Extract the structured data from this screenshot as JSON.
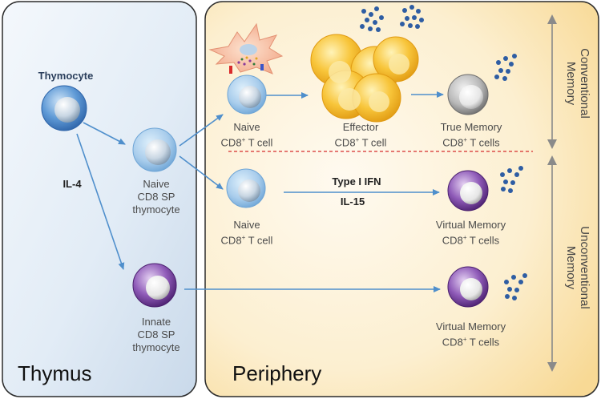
{
  "panels": {
    "thymus_title": "Thymus",
    "periphery_title": "Periphery"
  },
  "labels": {
    "thymocyte": "Thymocyte",
    "il4": "IL-4",
    "naive_sp_1": "Naive",
    "naive_sp_2": "CD8 SP",
    "naive_sp_3": "thymocyte",
    "innate_sp_1": "Innate",
    "innate_sp_2": "CD8 SP",
    "innate_sp_3": "thymocyte",
    "naive_top_1": "Naive",
    "naive_top_2": "CD8",
    "naive_top_sup": "+",
    "naive_top_3": " T cell",
    "effector_1": "Effector",
    "effector_2": "CD8",
    "effector_sup": "+",
    "effector_3": "  T cell",
    "true_mem_1": "True Memory",
    "true_mem_2": "CD8",
    "true_mem_sup": "+",
    "true_mem_3": " T cells",
    "naive_mid_1": "Naive",
    "naive_mid_2": "CD8",
    "naive_mid_sup": "+",
    "naive_mid_3": " T cell",
    "type1_ifn": "Type I IFN",
    "il15": "IL-15",
    "vm_mid_1": "Virtual Memory",
    "vm_mid_2": "CD8",
    "vm_mid_sup": "+",
    "vm_mid_3": " T cells",
    "vm_bot_1": "Virtual Memory",
    "vm_bot_2": "CD8",
    "vm_bot_sup": "+",
    "vm_bot_3": " T cells"
  },
  "side_labels": {
    "conventional_1": "Conventional",
    "conventional_2": "Memory",
    "unconventional_1": "Unconventional",
    "unconventional_2": "Memory"
  },
  "colors": {
    "thymus_bg": "#dde8f3",
    "periphery_bg": "#fbe9bf",
    "blue_cell": "#7fb2dd",
    "purple_cell": "#6f3f97",
    "effector": "#f3b622",
    "arrow": "#4f8fcc",
    "divider": "#d62d2d"
  }
}
